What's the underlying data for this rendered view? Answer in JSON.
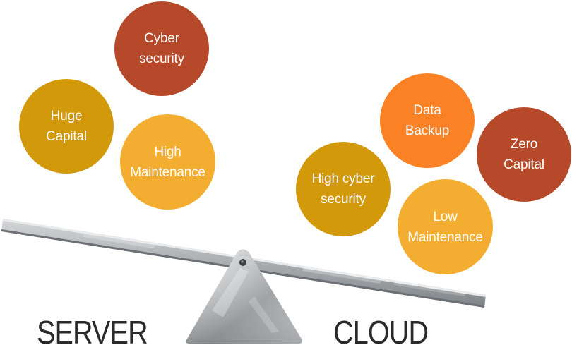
{
  "circles": {
    "cyber_security": {
      "line1": "Cyber",
      "line2": "security",
      "color": "#B5492A"
    },
    "huge_capital": {
      "line1": "Huge",
      "line2": "Capital",
      "color": "#D29A0A"
    },
    "high_maintenance": {
      "line1": "High",
      "line2": "Maintenance",
      "color": "#F3AE32"
    },
    "data_backup": {
      "line1": "Data",
      "line2": "Backup",
      "color": "#FA8225"
    },
    "zero_capital": {
      "line1": "Zero",
      "line2": "Capital",
      "color": "#B5492A"
    },
    "high_cyber_security": {
      "line1": "High cyber",
      "line2": "security",
      "color": "#D29A0A"
    },
    "low_maintenance": {
      "line1": "Low",
      "line2": "Maintenance",
      "color": "#F3AE32"
    }
  },
  "labels": {
    "left": "SERVER",
    "right": "CLOUD"
  }
}
